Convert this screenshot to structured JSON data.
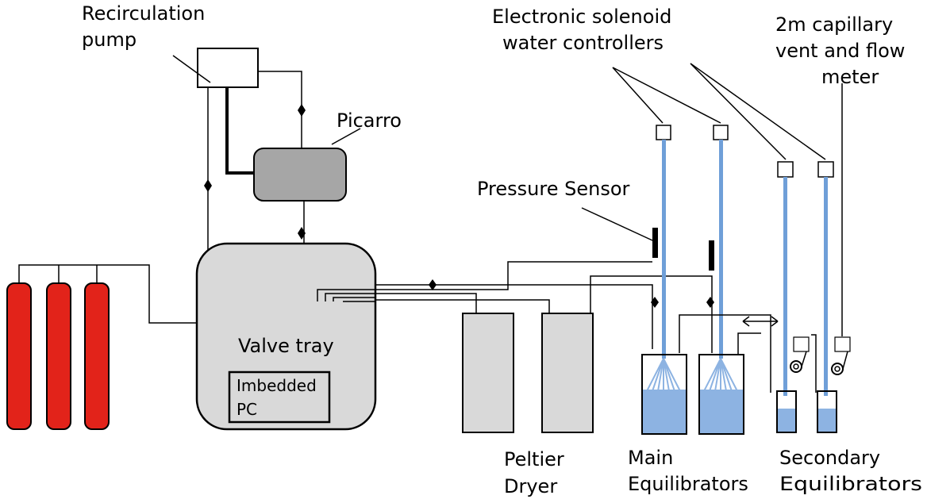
{
  "labels": {
    "recirc_line1": "Recirculation",
    "recirc_line2": "pump",
    "picarro": "Picarro",
    "solenoid_line1": "Electronic solenoid",
    "solenoid_line2": "water controllers",
    "capillary_line1": "2m capillary",
    "capillary_line2": "vent and flow",
    "capillary_line3": "meter",
    "pressure": "Pressure Sensor",
    "valve_tray": "Valve tray",
    "pc_line1": "Imbedded",
    "pc_line2": "PC",
    "peltier_line1": "Peltier",
    "peltier_line2": "Dryer",
    "main_line1": "Main",
    "main_line2": "Equilibrators",
    "secondary_line1": "Secondary",
    "secondary_line2": "Equilibrators"
  },
  "colors": {
    "cylinder": "#e2231a",
    "tray": "#d9d9d9",
    "picarro": "#a6a6a6",
    "dryer": "#d9d9d9",
    "water": "#8db3e2",
    "water_line": "#6f9fd8",
    "line": "#000000"
  }
}
